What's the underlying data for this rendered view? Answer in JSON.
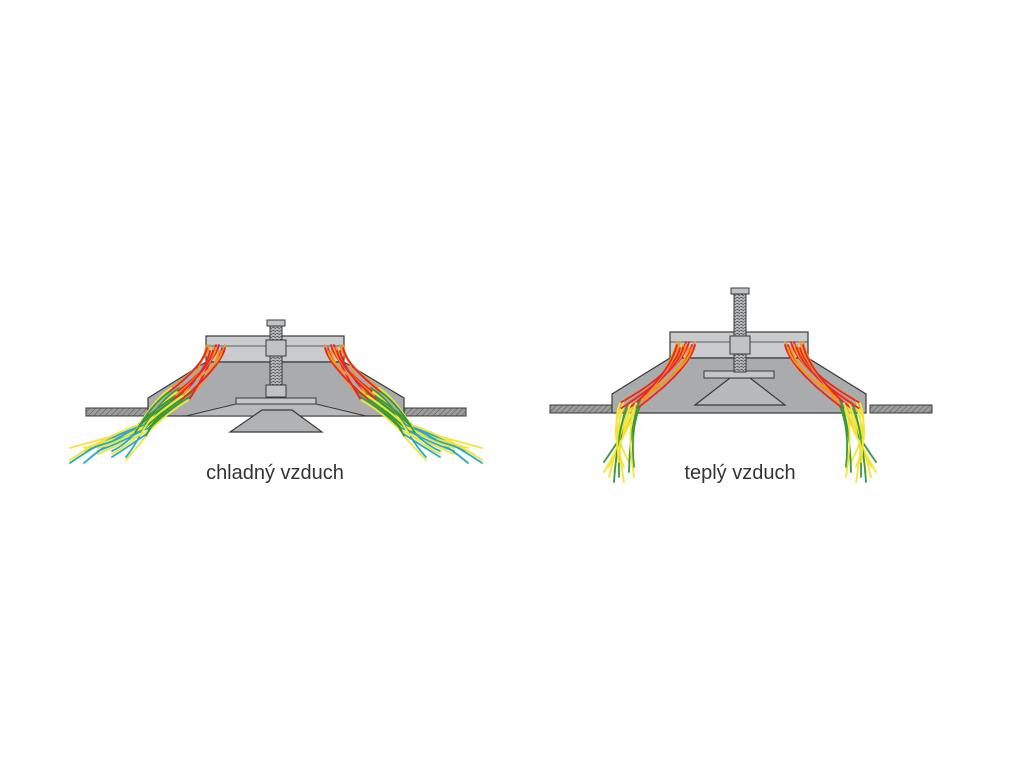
{
  "diagrams": [
    {
      "mode": "cold",
      "caption": "chladný vzduch"
    },
    {
      "mode": "warm",
      "caption": "teplý vzduch"
    }
  ],
  "colors": {
    "body": "#a9abad",
    "body_light": "#c9cbcd",
    "outline": "#3a3a3a",
    "ceiling": "#8f9193",
    "bolt": "#9ea0a2",
    "flow_hot": "#e8262a",
    "flow_orange": "#f29a1a",
    "flow_yellow": "#f4e43a",
    "flow_green": "#3a9a3a",
    "flow_cyan": "#29a9c9",
    "caption": "#333333"
  }
}
